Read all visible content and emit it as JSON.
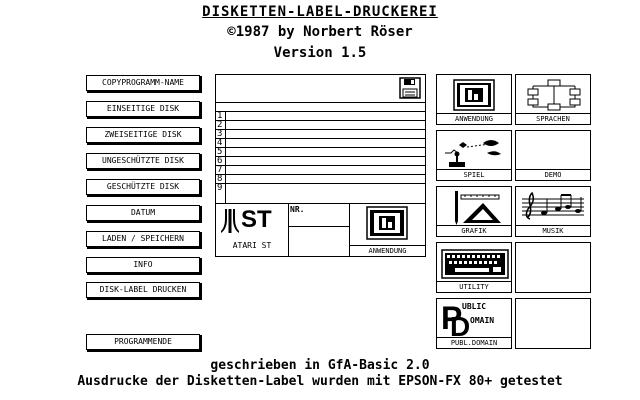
{
  "header": {
    "title": "DISKETTEN-LABEL-DRUCKEREI",
    "copyright": "©1987 by Norbert Röser",
    "version": "Version 1.5"
  },
  "menu": {
    "copy_program_name": "COPYPROGRAMM-NAME",
    "single_sided": "EINSEITIGE DISK",
    "double_sided": "ZWEISEITIGE DISK",
    "unprotected": "UNGESCHÜTZTE DISK",
    "protected": "GESCHÜTZTE DISK",
    "date": "DATUM",
    "load_save": "LADEN / SPEICHERN",
    "info": "INFO",
    "print_label": "DISK-LABEL DRUCKEN",
    "programs": "PROGRAMMENDE"
  },
  "label": {
    "line_numbers": [
      "1",
      "2",
      "3",
      "4",
      "5",
      "6",
      "7",
      "8",
      "9"
    ],
    "atari_logo_text": "ST",
    "atari_caption": "ATARI ST",
    "nr_label": "NR.",
    "icon_caption": "ANWENDUNG"
  },
  "categories": {
    "anwendung": "ANWENDUNG",
    "sprachen": "SPRACHEN",
    "spiel": "SPIEL",
    "demo": "DEMO",
    "grafik": "GRAFIK",
    "musik": "MUSIK",
    "utility": "UTILITY",
    "pd_public": "UBLIC",
    "pd_domain": "OMAIN",
    "pd_caption": "PUBL.DOMAIN"
  },
  "footer": {
    "line1": "geschrieben in GfA-Basic 2.0",
    "line2": "Ausdrucke der Disketten-Label wurden mit EPSON-FX 80+ getestet"
  }
}
